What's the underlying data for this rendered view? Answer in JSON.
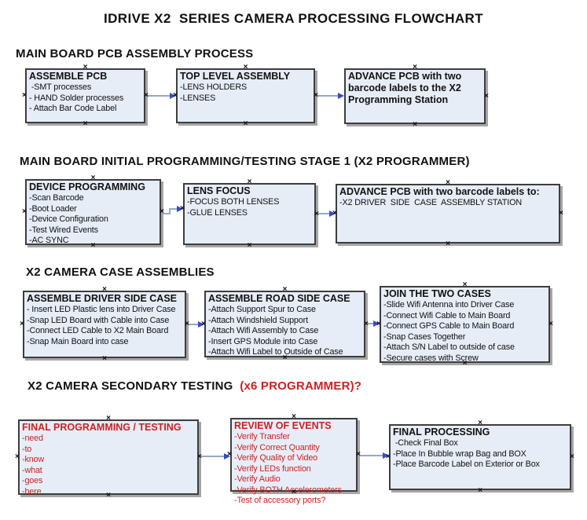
{
  "title": "IDRIVE X2  SERIES CAMERA PROCESSING FLOWCHART",
  "icons": {
    "connection_point": "×",
    "arrowhead": "►"
  },
  "colors": {
    "background": "#ffffff",
    "box_fill": "#e7edf7",
    "box_border": "#3d3d3d",
    "box_shadow": "#a6a6a6",
    "connector_line": "#93a9c7",
    "connector_arrow": "#3c49c4",
    "text_black": "#111111",
    "text_red": "#cc2222"
  },
  "sections": [
    {
      "heading": "MAIN BOARD PCB ASSEMBLY PROCESS",
      "boxes": [
        {
          "title": "ASSEMBLE PCB",
          "items": [
            " -SMT processes",
            "- HAND Solder processes",
            "- Attach Bar Code Label"
          ]
        },
        {
          "title": "TOP LEVEL ASSEMBLY",
          "items": [
            "-LENS HOLDERS",
            "-LENSES"
          ]
        },
        {
          "title": "ADVANCE PCB with two barcode labels to the X2 Programming Station",
          "items": []
        }
      ]
    },
    {
      "heading": "MAIN BOARD INITIAL PROGRAMMING/TESTING STAGE 1 (X2 PROGRAMMER)",
      "boxes": [
        {
          "title": "DEVICE PROGRAMMING",
          "items": [
            "-Scan Barcode",
            "-Boot Loader",
            "-Device Configuration",
            "-Test Wired Events",
            "-AC SYNC"
          ]
        },
        {
          "title": "LENS FOCUS",
          "items": [
            "-FOCUS BOTH LENSES",
            "-GLUE LENSES"
          ]
        },
        {
          "title": "ADVANCE PCB with two barcode labels to:",
          "items": [
            "-X2 DRIVER  SIDE  CASE  ASSEMBLY STATION"
          ]
        }
      ]
    },
    {
      "heading": "X2 CAMERA CASE ASSEMBLIES",
      "boxes": [
        {
          "title": "ASSEMBLE DRIVER SIDE CASE",
          "items": [
            "- Insert LED Plastic lens into Driver Case",
            "-Snap LED Board with Cable into Case",
            "-Connect LED Cable to X2 Main Board",
            "-Snap Main Board into case"
          ]
        },
        {
          "title": "ASSEMBLE ROAD SIDE CASE",
          "items": [
            "-Attach Support Spur to Case",
            "-Attach Windshield Support",
            "-Attach Wifi Assembly to Case",
            "-Insert GPS Module into Case",
            "-Attach Wifi Label to Outside of Case"
          ]
        },
        {
          "title": "JOIN THE TWO CASES",
          "items": [
            "-Slide Wifi Antenna into Driver Case",
            "-Connect Wifi Cable to Main Board",
            "-Connect GPS Cable to Main Board",
            "-Snap Cases Together",
            "-Attach S/N Label to outside of case",
            "-Secure cases with Screw"
          ]
        }
      ]
    },
    {
      "heading": "X2 CAMERA SECONDARY TESTING ",
      "heading_red": " (x6 PROGRAMMER)?",
      "boxes": [
        {
          "title": "FINAL PROGRAMMING / TESTING",
          "items": [
            "-need",
            "-to",
            "-know",
            "-what",
            "-goes",
            "-here"
          ]
        },
        {
          "title": "REVIEW OF EVENTS",
          "items": [
            "-Verify Transfer",
            "-Verify Correct Quantity",
            "-Verify Quality of Video",
            "-Verify LEDs function",
            "-Verify Audio",
            "-Verify BOTH Accelerometers",
            "-Test of accessory ports?"
          ]
        },
        {
          "title": "FINAL PROCESSING",
          "items": [
            " -Check Final Box",
            "-Place In Bubble wrap Bag and BOX",
            "-Place Barcode Label on Exterior or Box"
          ]
        }
      ]
    }
  ]
}
